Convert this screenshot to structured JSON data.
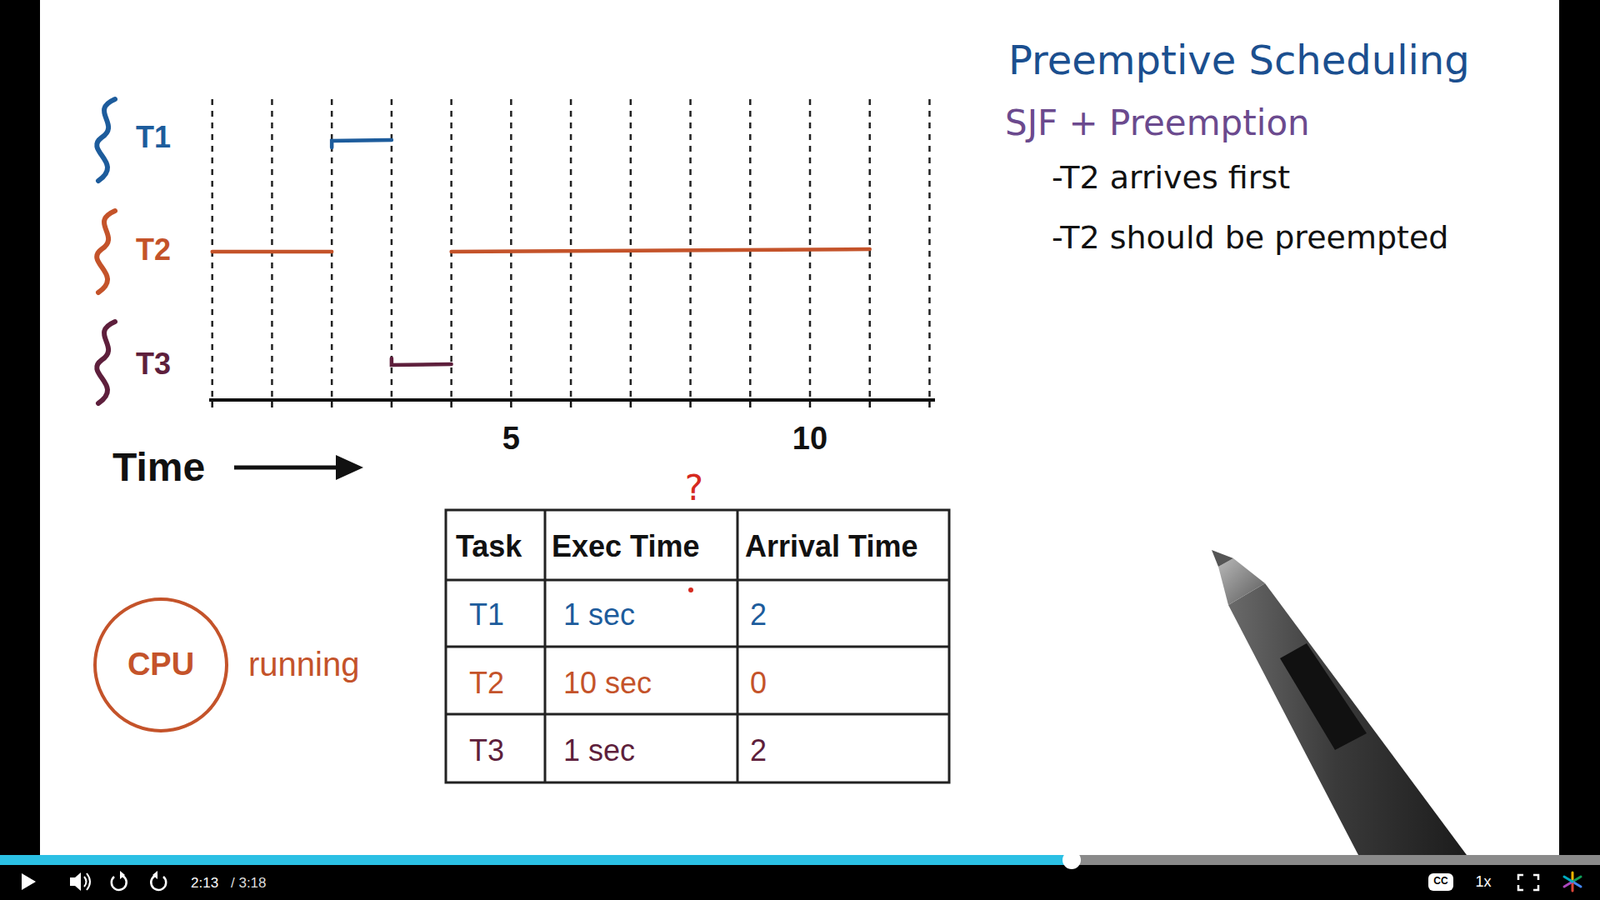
{
  "diagram": {
    "title": "Preemptive Scheduling",
    "nodes": [
      {
        "text": [
          "CPU"
        ]
      }
    ],
    "labels": [
      "SJF + Preemption",
      "-T2 arrives first",
      "-T2 should be preempted",
      "T1",
      "T2",
      "T3",
      "5",
      "10",
      "Time",
      "running",
      "Task",
      "Exec Time",
      "Arrival Time",
      "T1",
      "1 sec",
      "2",
      "T2",
      "10 sec",
      "0",
      "T3",
      "1 sec",
      "2",
      "?",
      "2:13",
      "/ 3:18",
      "CC",
      "1x"
    ]
  }
}
